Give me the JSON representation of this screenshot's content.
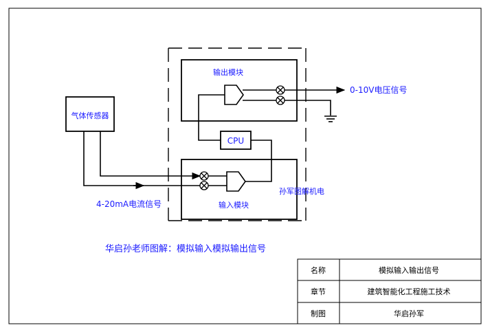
{
  "modules": {
    "output": "输出模块",
    "input": "输入模块",
    "cpu": "CPU",
    "sensor": "气体传感器"
  },
  "signals": {
    "voltage": "0-10V电压信号",
    "current": "4-20mA电流信号"
  },
  "watermark": "孙军图解机电",
  "caption": "华启孙老师图解：模拟输入模拟输出信号",
  "title_block": {
    "rows": [
      {
        "label": "名称",
        "value": "模拟输入输出信号"
      },
      {
        "label": "章节",
        "value": "建筑智能化工程施工技术"
      },
      {
        "label": "制图",
        "value": "华启孙军"
      }
    ]
  }
}
